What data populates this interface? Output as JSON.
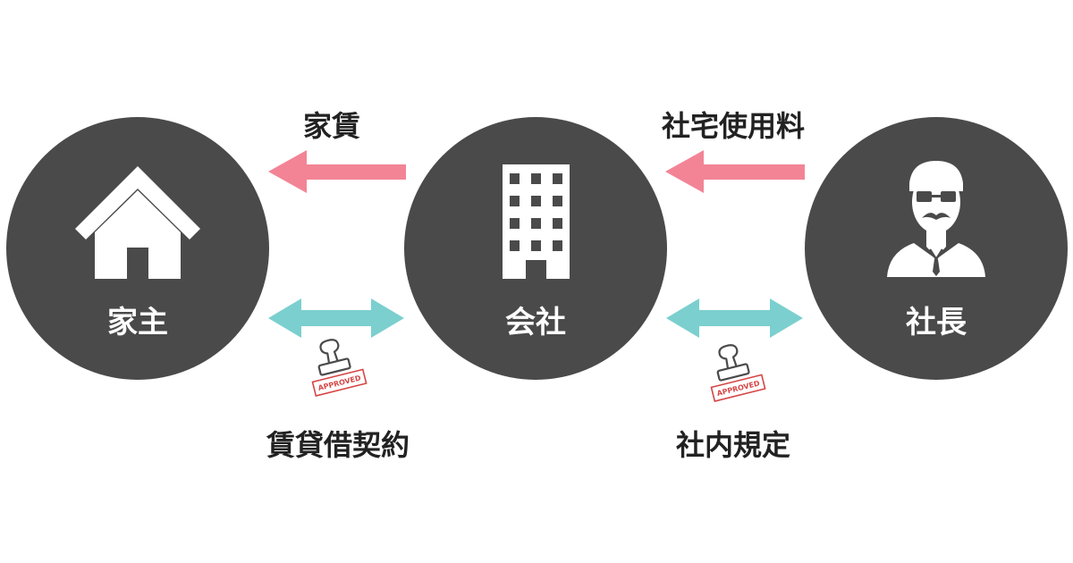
{
  "nodes": {
    "landlord": "家主",
    "company": "会社",
    "president": "社長"
  },
  "flows": {
    "rent": "家賃",
    "housing_fee": "社宅使用料",
    "lease_contract": "賃貸借契約",
    "internal_rules": "社内規定"
  },
  "stamps": {
    "left": "APPROVED",
    "right": "APPROVED"
  },
  "colors": {
    "circle": "#4a4a4a",
    "payment_arrow": "#f28496",
    "agreement_arrow": "#7ccfcf",
    "stamp": "#d64545"
  },
  "icons": {
    "landlord": "house-icon",
    "company": "office-building-icon",
    "president": "businessman-icon"
  }
}
